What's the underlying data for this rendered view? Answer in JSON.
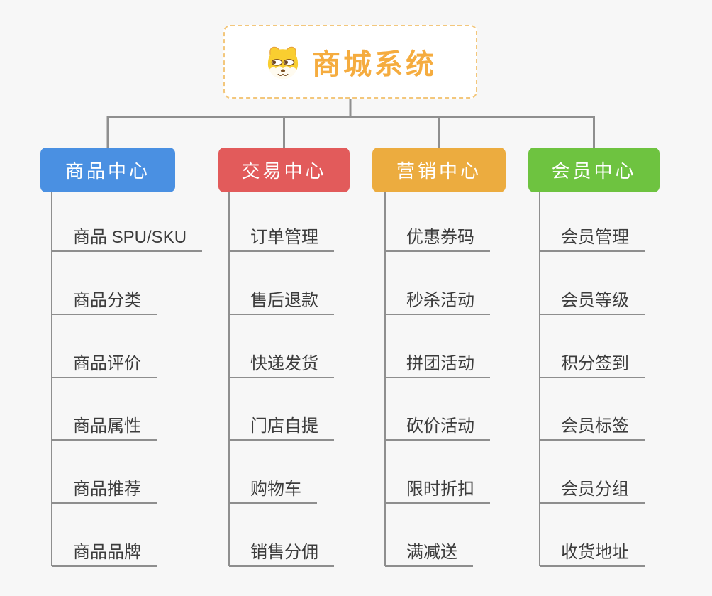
{
  "root": {
    "title": "商城系统",
    "icon": "dog-face-icon",
    "accent_color": "#F5AC3F"
  },
  "branches": [
    {
      "label": "商品中心",
      "color": "#4A90E2",
      "children": [
        "商品 SPU/SKU",
        "商品分类",
        "商品评价",
        "商品属性",
        "商品推荐",
        "商品品牌"
      ]
    },
    {
      "label": "交易中心",
      "color": "#E25B5B",
      "children": [
        "订单管理",
        "售后退款",
        "快递发货",
        "门店自提",
        "购物车",
        "销售分佣"
      ]
    },
    {
      "label": "营销中心",
      "color": "#ECAC3F",
      "children": [
        "优惠券码",
        "秒杀活动",
        "拼团活动",
        "砍价活动",
        "限时折扣",
        "满减送"
      ]
    },
    {
      "label": "会员中心",
      "color": "#6EC340",
      "children": [
        "会员管理",
        "会员等级",
        "积分签到",
        "会员标签",
        "会员分组",
        "收货地址"
      ]
    }
  ],
  "connector_color": "#8F8F8F"
}
